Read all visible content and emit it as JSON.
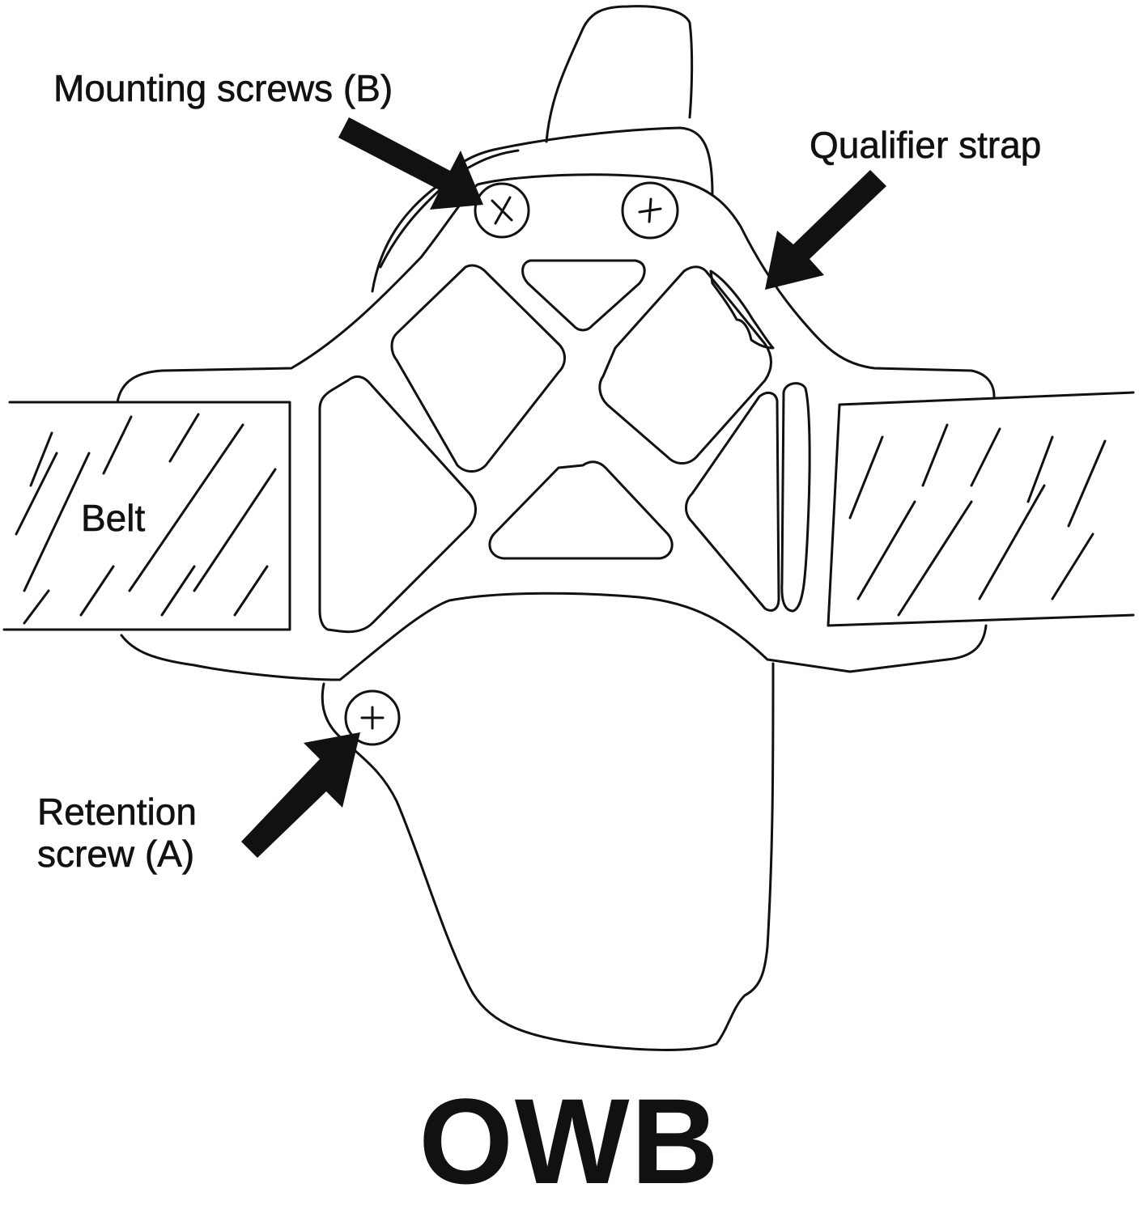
{
  "labels": {
    "mounting_screws": "Mounting screws (B)",
    "qualifier_strap": "Qualifier strap",
    "belt": "Belt",
    "retention_screw_line1": "Retention",
    "retention_screw_line2": "screw (A)"
  },
  "title": "OWB",
  "colors": {
    "line": "#111111",
    "background": "#ffffff"
  }
}
